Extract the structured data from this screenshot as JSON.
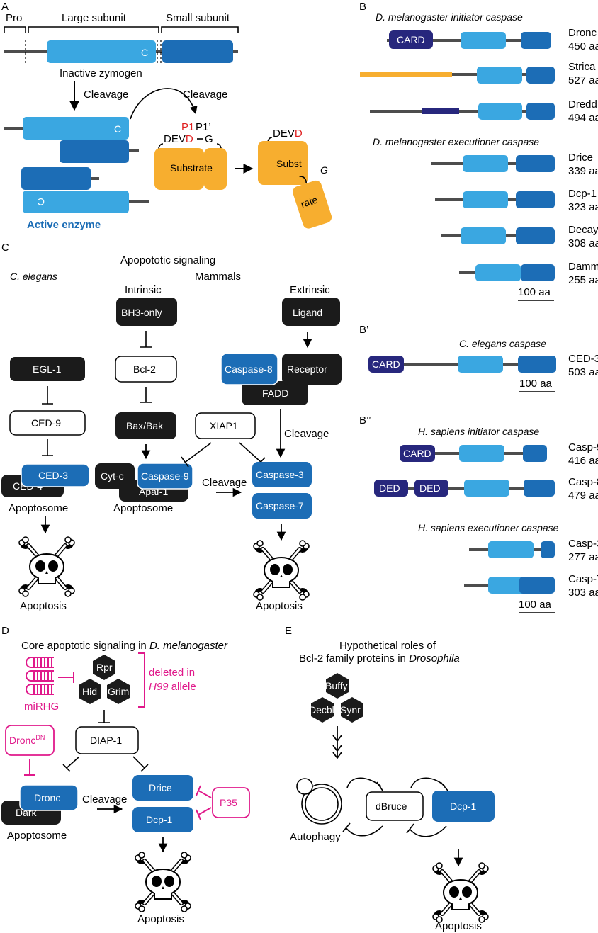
{
  "panels": {
    "A": "A",
    "B": "B",
    "Bp": "B’",
    "Bpp": "B’’",
    "C": "C",
    "D": "D",
    "E": "E"
  },
  "colors": {
    "light_blue": "#3aa7e1",
    "dark_blue": "#1c6db6",
    "navy": "#27277d",
    "orange": "#f7ae2f",
    "black": "#1b1b1b",
    "pink": "#e0198b",
    "gray": "#4d4d4d"
  },
  "a": {
    "pro": "Pro",
    "large": "Large subunit",
    "small": "Small subunit",
    "c": "C",
    "zymogen": "Inactive zymogen",
    "cleavage1": "Cleavage",
    "cleavage2": "Cleavage",
    "active": "Active enzyme",
    "p1": "P1",
    "p1p": "P1’",
    "devd": "DEV",
    "d": "D",
    "g": "G",
    "substrate": "Substrate",
    "devd2": "DEV",
    "d2": "D",
    "g2": "G",
    "subst": "Subst",
    "rate": "rate"
  },
  "b": {
    "title": "D. melanogaster initiator caspase",
    "title2": "D. melanogaster executioner caspase",
    "card": "CARD",
    "scale": "100 aa",
    "rows": [
      {
        "name": "Dronc",
        "len": "450 aa"
      },
      {
        "name": "Strica",
        "len": "527 aa"
      },
      {
        "name": "Dredd",
        "len": "494 aa"
      },
      {
        "name": "Drice",
        "len": "339 aa"
      },
      {
        "name": "Dcp-1",
        "len": "323 aa"
      },
      {
        "name": "Decay",
        "len": "308 aa"
      },
      {
        "name": "Damm",
        "len": "255 aa"
      }
    ]
  },
  "bp": {
    "title": "C. elegans caspase",
    "card": "CARD",
    "name": "CED-3",
    "len": "503 aa",
    "scale": "100 aa"
  },
  "bpp": {
    "title": "H. sapiens initiator caspase",
    "title2": "H. sapiens executioner caspase",
    "card": "CARD",
    "ded1": "DED",
    "ded2": "DED",
    "scale": "100 aa",
    "rows": [
      {
        "name": "Casp-9",
        "len": "416 aa"
      },
      {
        "name": "Casp-8",
        "len": "479 aa"
      },
      {
        "name": "Casp-3",
        "len": "277 aa"
      },
      {
        "name": "Casp-7",
        "len": "303 aa"
      }
    ]
  },
  "c": {
    "title": "Apopototic signaling",
    "celegans": "C. elegans",
    "mammals": "Mammals",
    "intrinsic": "Intrinsic",
    "extrinsic": "Extrinsic",
    "egl1": "EGL-1",
    "ced9": "CED-9",
    "ced3": "CED-3",
    "ced4": "CED-4",
    "apoptosome1": "Apoptosome",
    "apoptosis1": "Apoptosis",
    "bh3": "BH3-only",
    "bcl2": "Bcl-2",
    "baxbak": "Bax/Bak",
    "cytc": "Cyt-c",
    "casp9": "Caspase-9",
    "apaf1": "Apaf-1",
    "apoptosome2": "Apoptosome",
    "xiap": "XIAP1",
    "cleavage_a": "Cleavage",
    "ligand": "Ligand",
    "casp8": "Caspase-8",
    "receptor": "Receptor",
    "fadd": "FADD",
    "cleavage_b": "Cleavage",
    "casp3": "Caspase-3",
    "casp7": "Caspase-7",
    "apoptosis2": "Apoptosis"
  },
  "d": {
    "title_pre": "Core apoptotic signaling in ",
    "title_it": "D. melanogaster",
    "rpr": "Rpr",
    "hid": "Hid",
    "grim": "Grim",
    "deleted1": "deleted in",
    "deleted2_it": "H99",
    "deleted2": " allele",
    "mirhg": "miRHG",
    "dronc_dn": "Dronc",
    "dn_sup": "DN",
    "diap1": "DIAP-1",
    "dronc": "Dronc",
    "dark": "Dark",
    "apoptosome": "Apoptosome",
    "cleavage": "Cleavage",
    "drice": "Drice",
    "dcp1": "Dcp-1",
    "p35": "P35",
    "apoptosis": "Apoptosis"
  },
  "e": {
    "title1": "Hypothetical roles of",
    "title2_pre": "Bcl-2 family proteins in ",
    "title2_it": "Drosophila",
    "buffy": "Buffy",
    "decbl": "Decbl",
    "synr": "Synr",
    "autophagy": "Autophagy",
    "dbruce": "dBruce",
    "dcp1": "Dcp-1",
    "apoptosis": "Apoptosis"
  }
}
